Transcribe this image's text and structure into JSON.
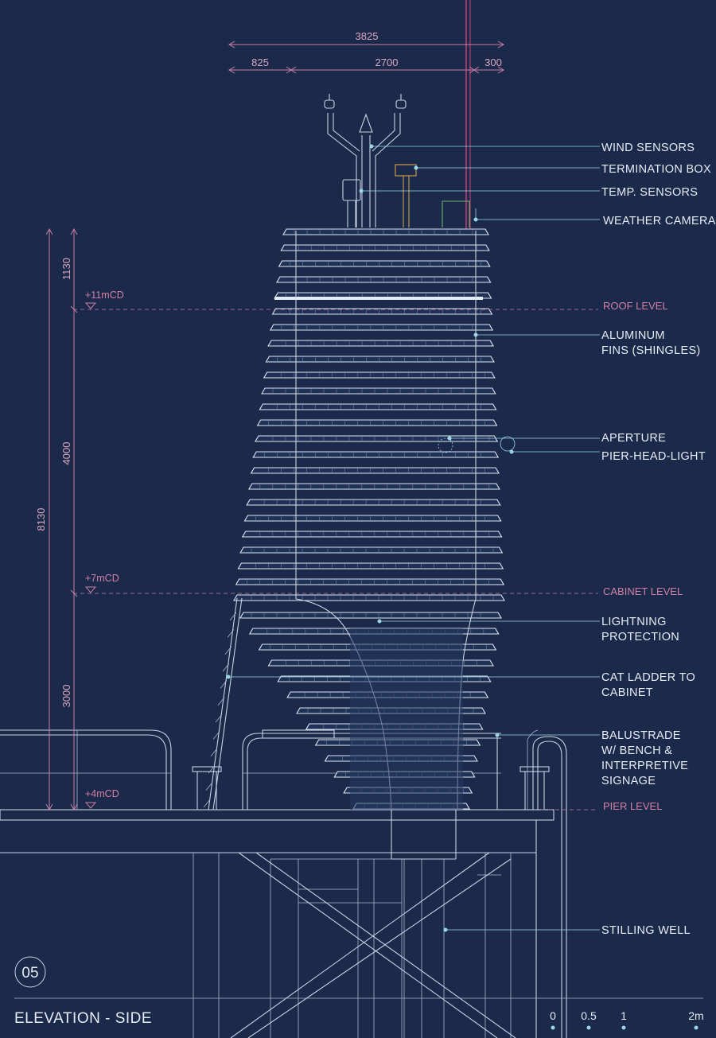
{
  "dimensions": {
    "overall": "3825",
    "left": "825",
    "middle": "2700",
    "right": "300",
    "total_height": "8130",
    "h_top": "1130",
    "h_mid": "4000",
    "h_bottom": "3000"
  },
  "elevations": {
    "roof": "+11mCD",
    "cabinet": "+7mCD",
    "pier": "+4mCD"
  },
  "levels": {
    "roof": "ROOF LEVEL",
    "cabinet": "CABINET LEVEL",
    "pier": "PIER LEVEL"
  },
  "labels": {
    "wind_sensors": "WIND SENSORS",
    "termination_box": "TERMINATION BOX",
    "temp_sensors": "TEMP. SENSORS",
    "weather_camera": "WEATHER CAMERA",
    "fins_line1": "ALUMINUM",
    "fins_line2": "FINS (SHINGLES)",
    "aperture": "APERTURE",
    "pier_head_light": "PIER-HEAD-LIGHT",
    "lightning_line1": "LIGHTNING",
    "lightning_line2": "PROTECTION",
    "ladder_line1": "CAT LADDER TO",
    "ladder_line2": "CABINET",
    "balustrade_line1": "BALUSTRADE",
    "balustrade_line2": "W/ BENCH &",
    "balustrade_line3": "INTERPRETIVE",
    "balustrade_line4": "SIGNAGE",
    "stilling_well": "STILLING WELL"
  },
  "sheet": {
    "number": "05",
    "title": "ELEVATION - SIDE"
  },
  "scale": {
    "ticks": [
      "0",
      "0.5",
      "1",
      "2m"
    ]
  },
  "colors": {
    "background": "#1b2a4a",
    "linework": "#c9d2e3",
    "dimension": "#c77fa4",
    "leader": "#9ad6e3",
    "termination_box": "#d9a54a",
    "weather_camera": "#6fae6f",
    "lightning_rod": "#d0417a"
  }
}
